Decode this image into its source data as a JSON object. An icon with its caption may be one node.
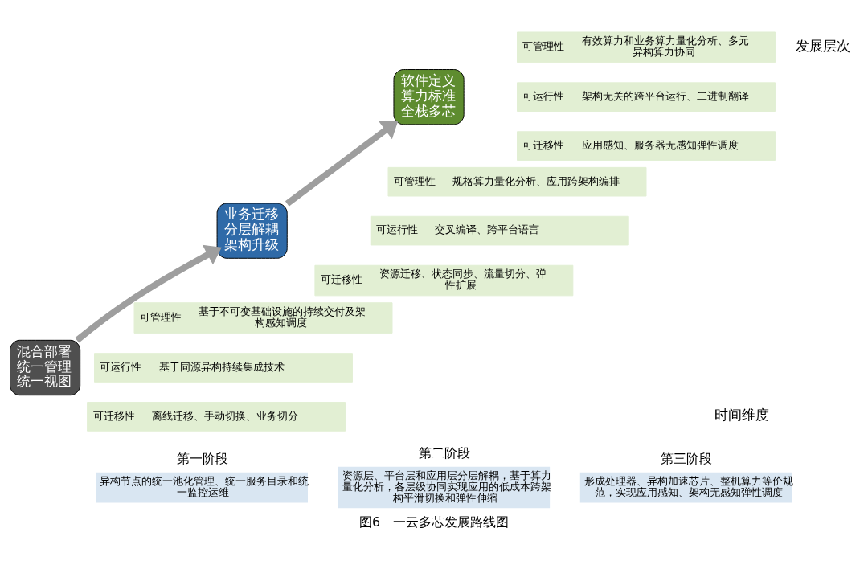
{
  "diagram": {
    "caption": "图6　一云多芯发展路线图",
    "nodes": [
      {
        "text": [
          "混合部署统一管理统一视图"
        ]
      },
      {
        "text": [
          "可管理性",
          "基于不可变基础设施的持续交付及架构感知调度"
        ]
      },
      {
        "text": [
          "可运行性",
          "基于同源异构持续集成技术"
        ]
      },
      {
        "text": [
          "可迁移性",
          "离线迁移、手动切换、业务切分"
        ]
      },
      {
        "text": [
          "业务迁移分层解耦架构升级"
        ]
      },
      {
        "text": [
          "可管理性",
          "规格算力量化分析、应用跨架构编排"
        ]
      },
      {
        "text": [
          "可运行性",
          "交叉编译、跨平台语言"
        ]
      },
      {
        "text": [
          "可迁移性",
          "资源迁移、状态同步、流量切分、弹性扩展"
        ]
      },
      {
        "text": [
          "软件定义算力标准全栈多芯"
        ]
      },
      {
        "text": [
          "可管理性",
          "有效算力和业务算力量化分析、多元异构算力协同"
        ]
      },
      {
        "text": [
          "可运行性",
          "架构无关的跨平台运行、二进制翻译"
        ]
      },
      {
        "text": [
          "可迁移性",
          "应用感知、服务器无感知弹性调度"
        ]
      },
      {
        "text": [
          "第一阶段",
          "异构节点的统一池化管理、统一服务目录和统一监控运维"
        ]
      },
      {
        "text": [
          "第二阶段",
          "资源层、平台层和应用层分层解耦，基于算力量化分析，各层级协同实现应用的低成本跨架构平滑切换和弹性伸缩"
        ]
      },
      {
        "text": [
          "第三阶段",
          "形成处理器、异构加速芯片、整机算力等价规范，实现应用感知、架构无感知弹性调度"
        ]
      }
    ],
    "edges": [
      {
        "from": 0,
        "to": 4,
        "arrow": "to"
      },
      {
        "from": 4,
        "to": 8,
        "arrow": "to"
      }
    ],
    "labels": [
      "发展层次",
      "时间维度"
    ]
  }
}
